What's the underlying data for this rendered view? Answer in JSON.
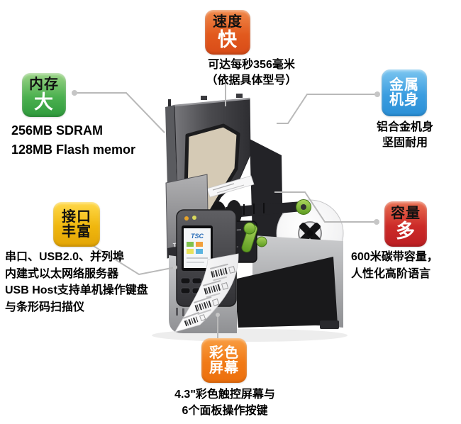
{
  "callouts": {
    "speed": {
      "badge": {
        "line1": "速度",
        "line2": "快",
        "color_top": "#f08a4c",
        "color_bottom": "#d84b18",
        "line1_color": "#000000",
        "line2_color": "#ffffff"
      },
      "desc": [
        "可达每秒356毫米",
        "（依据具体型号）"
      ]
    },
    "memory": {
      "badge": {
        "line1": "内存",
        "line2": "大",
        "color_top": "#9dd488",
        "color_bottom": "#2f9a3c",
        "line1_color": "#000000",
        "line2_color": "#ffffff"
      },
      "desc": [
        "256MB SDRAM",
        "128MB Flash memor"
      ]
    },
    "metal_body": {
      "badge": {
        "line1": "金属",
        "line2": "机身",
        "color_top": "#7cc6f0",
        "color_bottom": "#2a8fd6",
        "line1_color": "#ffffff",
        "line2_color": "#ffffff"
      },
      "desc": [
        "铝合金机身",
        "坚固耐用"
      ]
    },
    "interfaces": {
      "badge": {
        "line1": "接口",
        "line2": "丰富",
        "color_top": "#ffd94a",
        "color_bottom": "#e2a406",
        "line1_color": "#000000",
        "line2_color": "#000000"
      },
      "desc": [
        "串口、USB2.0、并列埠",
        "内建式以太网络服务器",
        "USB Host支持单机操作键盘",
        "与条形码扫描仪"
      ]
    },
    "capacity": {
      "badge": {
        "line1": "容量",
        "line2": "多",
        "color_top": "#ea7153",
        "color_bottom": "#bb1e22",
        "line1_color": "#000000",
        "line2_color": "#ffffff"
      },
      "desc": [
        "600米碳带容量，",
        "人性化高阶语言"
      ]
    },
    "screen": {
      "badge": {
        "line1": "彩色",
        "line2": "屏幕",
        "color_top": "#f99e42",
        "color_bottom": "#ec6f0e",
        "line1_color": "#ffffff",
        "line2_color": "#ffffff"
      },
      "desc": [
        "4.3\"彩色触控屏幕与",
        "6个面板操作按键"
      ]
    }
  },
  "printer": {
    "brand": "TSC",
    "screen_brand": "TSC",
    "connector_color": "#b9b9b9"
  }
}
